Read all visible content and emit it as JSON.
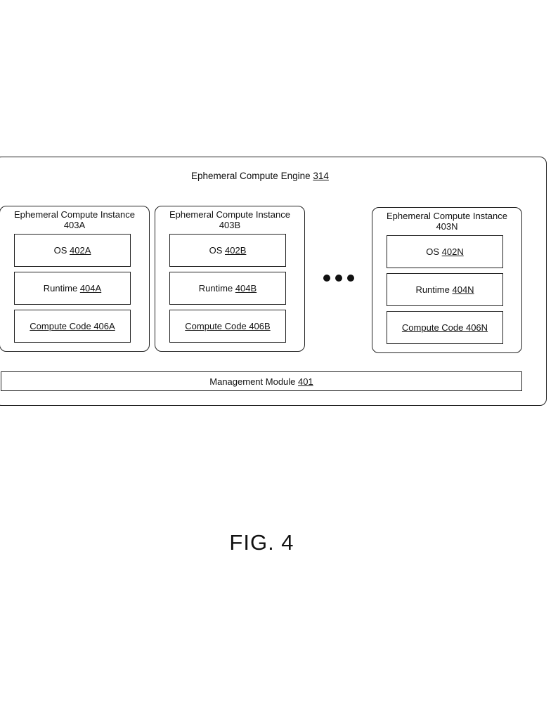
{
  "engine": {
    "title": "Ephemeral Compute Engine",
    "ref": "314"
  },
  "instances": [
    {
      "title_line1": "Ephemeral Compute Instance",
      "title_line2": "403A",
      "os_label": "OS",
      "os_ref": "402A",
      "runtime_label": "Runtime",
      "runtime_ref": "404A",
      "code_label": "Compute Code 406A"
    },
    {
      "title_line1": "Ephemeral Compute Instance",
      "title_line2": "403B",
      "os_label": "OS",
      "os_ref": "402B",
      "runtime_label": "Runtime",
      "runtime_ref": "404B",
      "code_label": "Compute Code 406B"
    },
    {
      "title_line1": "Ephemeral Compute Instance",
      "title_line2": "403N",
      "os_label": "OS",
      "os_ref": "402N",
      "runtime_label": "Runtime",
      "runtime_ref": "404N",
      "code_label": "Compute Code 406N"
    }
  ],
  "management": {
    "label": "Management Module",
    "ref": "401"
  },
  "figure_label": "FIG. 4"
}
